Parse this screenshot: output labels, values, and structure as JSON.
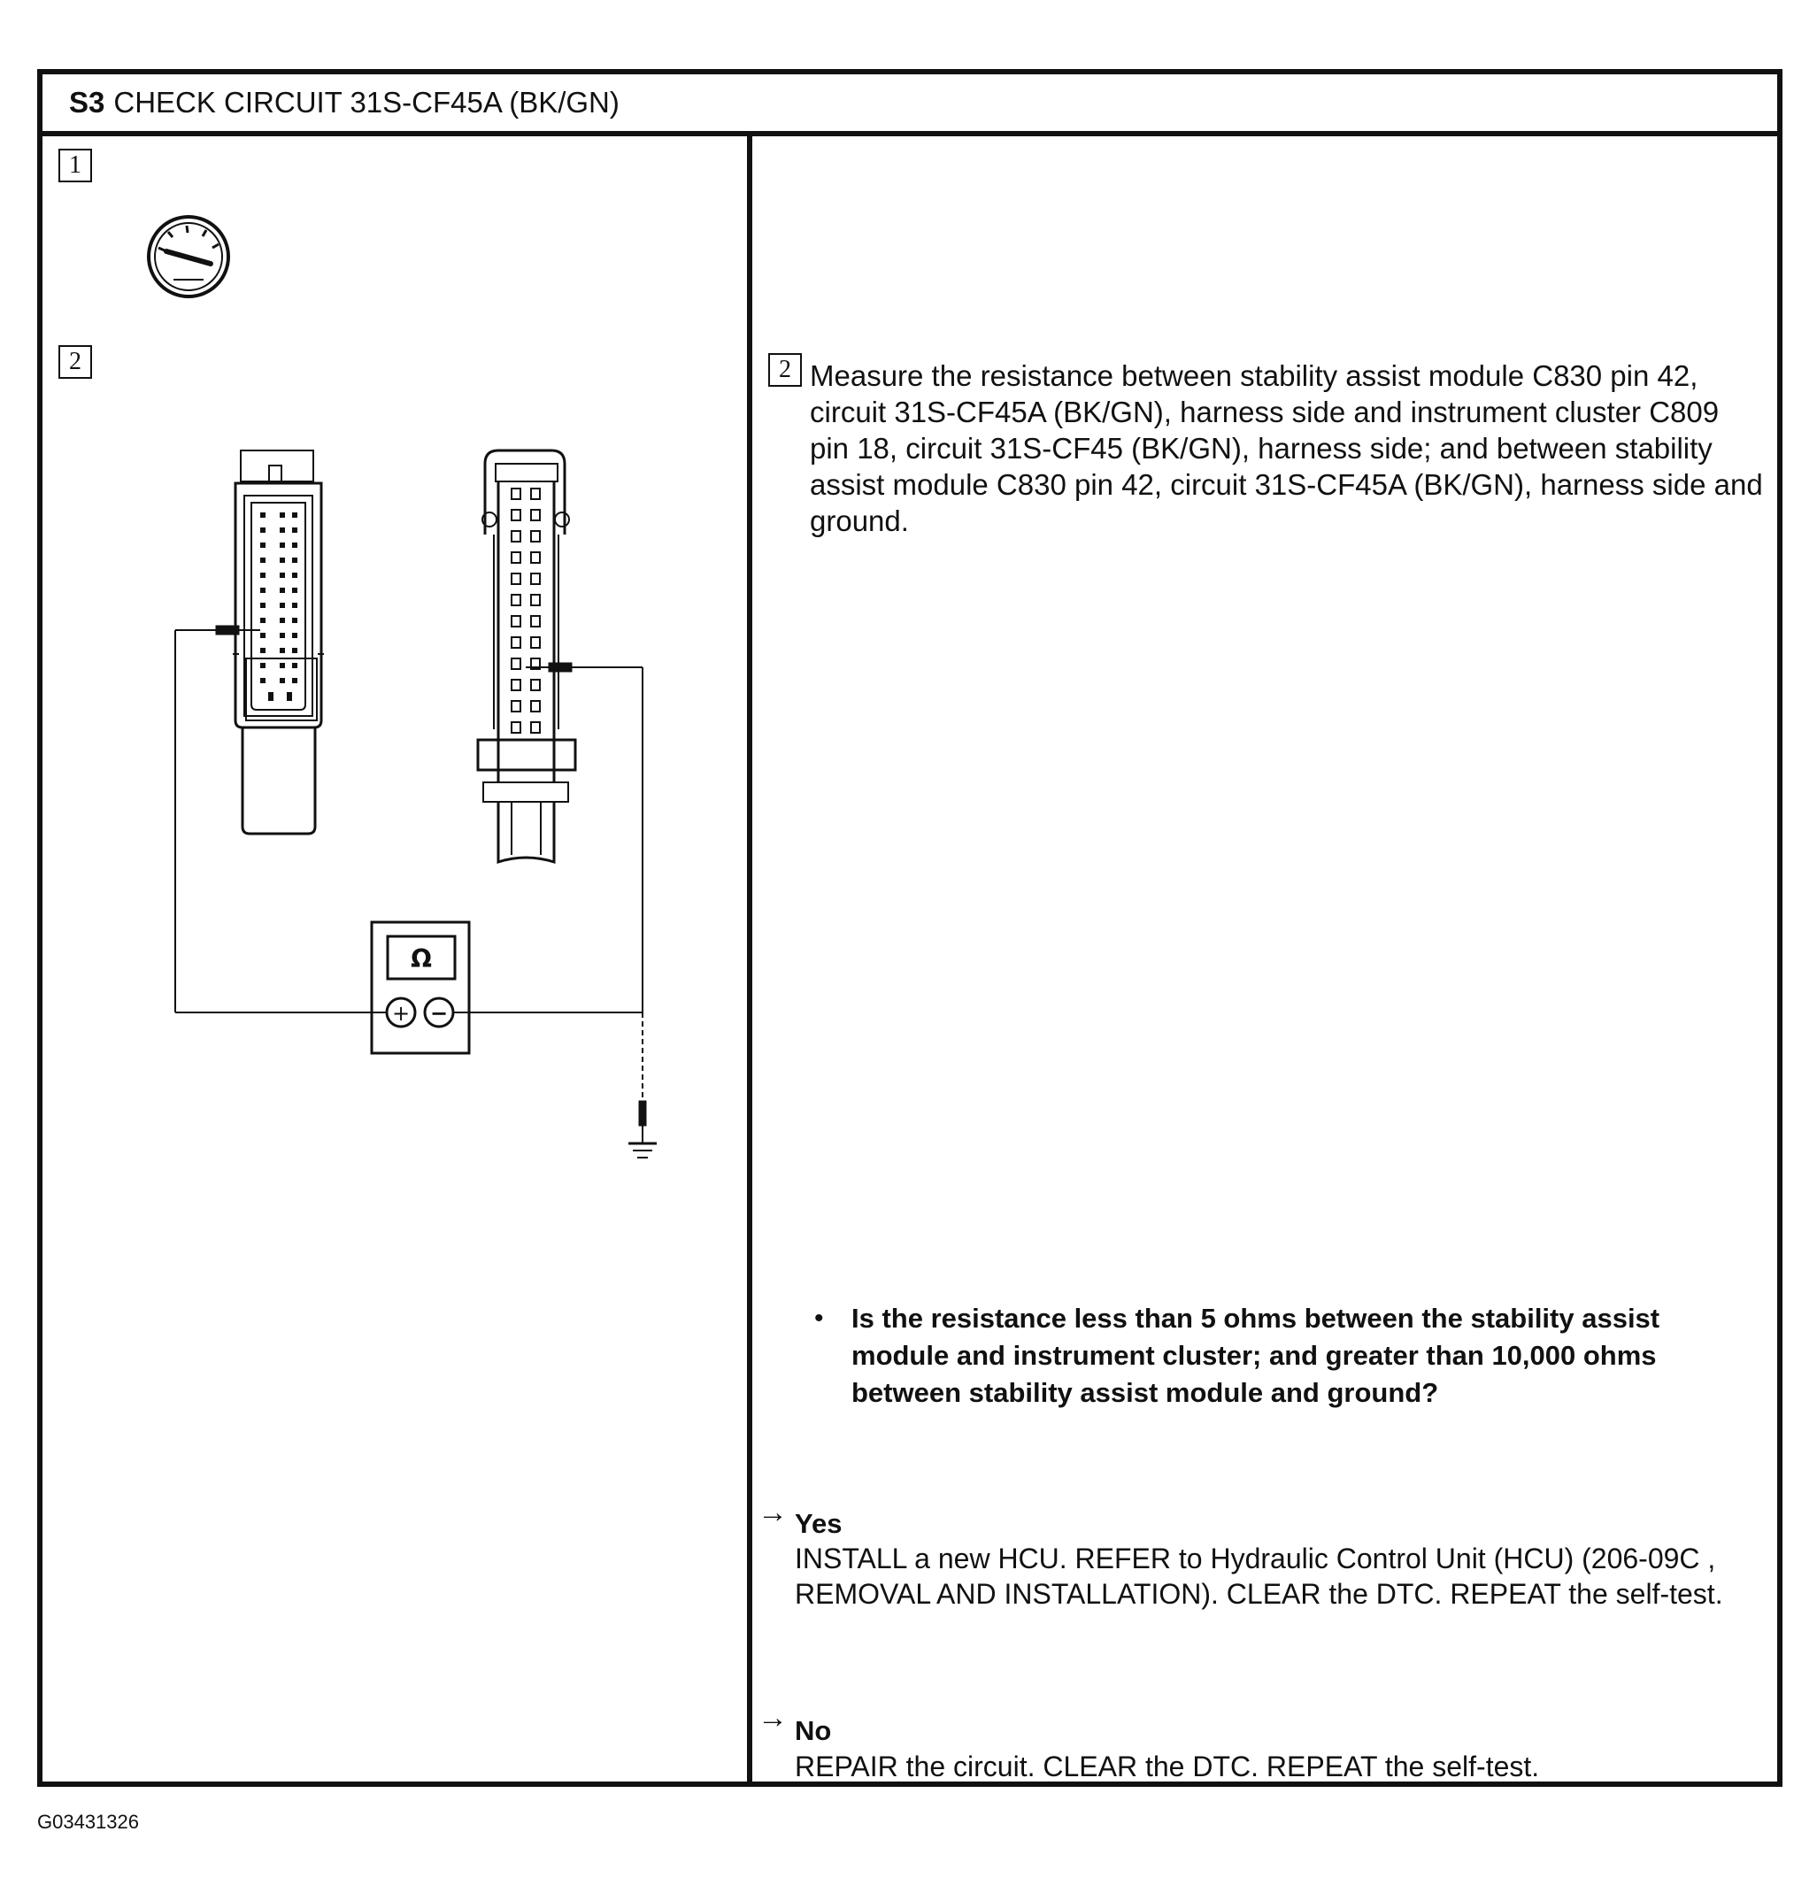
{
  "header": {
    "step_id": "S3",
    "title": "CHECK CIRCUIT 31S-CF45A (BK/GN)"
  },
  "left_panel": {
    "step1_number": "1",
    "step2_number": "2",
    "ohmmeter_symbol": "Ω",
    "plus_symbol": "+",
    "minus_symbol": "−",
    "icons": [
      "ignition-gauge-icon",
      "connector-c830-icon",
      "connector-c809-icon",
      "ohmmeter-icon",
      "ground-icon"
    ]
  },
  "right_panel": {
    "step2_number": "2",
    "measure_text": "Measure the resistance between stability assist module C830 pin 42, circuit 31S-CF45A (BK/GN), harness side and instrument cluster C809 pin 18, circuit 31S-CF45 (BK/GN), harness side; and between stability assist module C830 pin 42, circuit 31S-CF45A (BK/GN), harness side and ground.",
    "question": "Is the resistance less than 5 ohms between the stability assist module and instrument cluster; and greater than 10,000 ohms between stability assist module and ground?",
    "bullet": "•",
    "arrow": "→",
    "yes_label": "Yes",
    "yes_text": "INSTALL a new HCU. REFER to Hydraulic Control Unit (HCU) (206-09C , REMOVAL AND INSTALLATION). CLEAR the DTC. REPEAT the self-test.",
    "no_label": "No",
    "no_text": "REPAIR the circuit. CLEAR the DTC. REPEAT the self-test."
  },
  "footnote": "G03431326",
  "colors": {
    "ink": "#111111",
    "background": "#ffffff"
  }
}
